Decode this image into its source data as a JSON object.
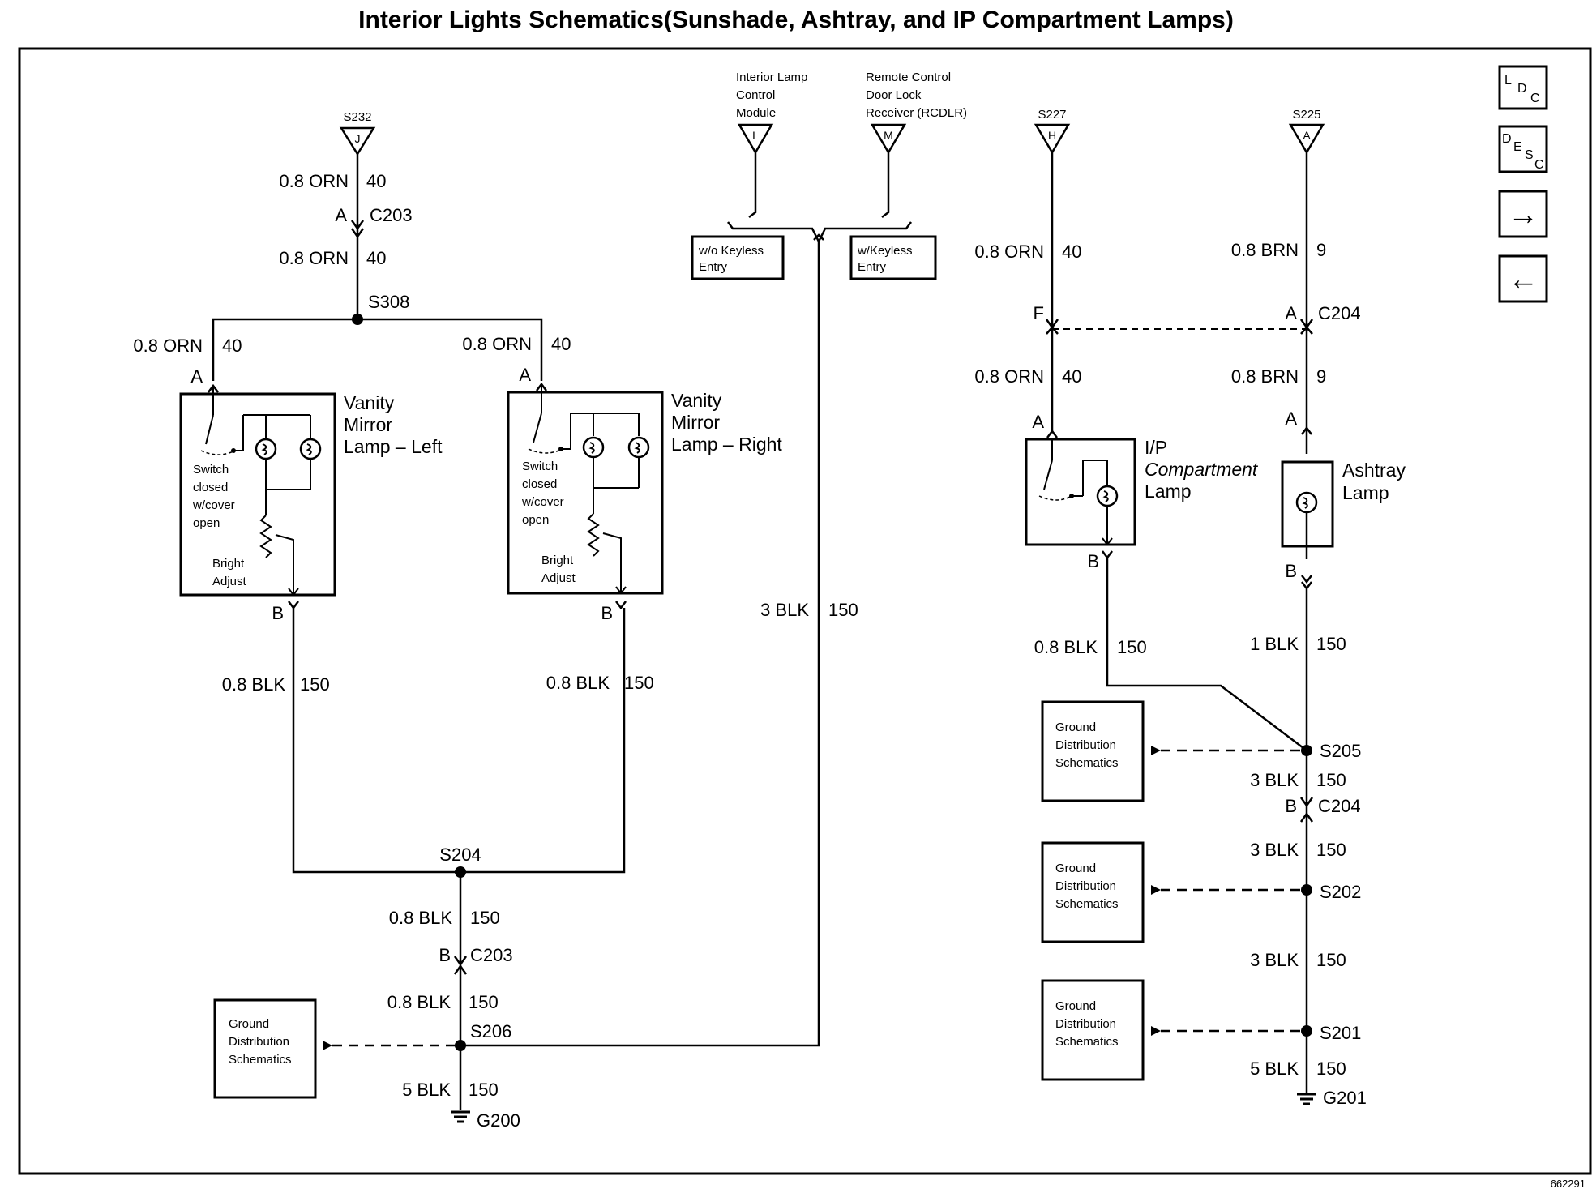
{
  "title": "Interior Lights Schematics(Sunshade, Ashtray, and IP Compartment Lamps)",
  "figure_id": "662291",
  "side_buttons": {
    "ldc_l": "L",
    "ldc_d": "D",
    "ldc_c": "C",
    "desc_d": "D",
    "desc_e": "E",
    "desc_s": "S",
    "desc_c": "C",
    "forward": "→",
    "back": "←"
  },
  "wire_orn": "0.8 ORN",
  "wire_brn": "0.8 BRN",
  "wire_blk08": "0.8 BLK",
  "wire_blk1": "1 BLK",
  "wire_blk3": "3 BLK",
  "wire_blk5": "5 BLK",
  "circuit_40": "40",
  "circuit_9": "9",
  "circuit_150": "150",
  "pin_a": "A",
  "pin_b": "B",
  "pin_f": "F",
  "left": {
    "splice_top": "S232",
    "splice_top_pin": "J",
    "conn_top": "C203",
    "splice_mid": "S308",
    "vanity_left": [
      "Vanity",
      "Mirror",
      "Lamp – Left"
    ],
    "vanity_right": [
      "Vanity",
      "Mirror",
      "Lamp – Right"
    ],
    "switch_note": [
      "Switch",
      "closed",
      "w/cover",
      "open"
    ],
    "bright": [
      "Bright",
      "Adjust"
    ],
    "splice_bottom": "S204",
    "conn_bottom": "C203",
    "splice_ground": "S206",
    "ground": "G200"
  },
  "center": {
    "module1": [
      "Interior Lamp",
      "Control",
      "Module"
    ],
    "module1_pin": "L",
    "module2": [
      "Remote Control",
      "Door Lock",
      "Receiver (RCDLR)"
    ],
    "module2_pin": "M",
    "option1": [
      "w/o Keyless",
      "Entry"
    ],
    "option2": [
      "w/Keyless",
      "Entry"
    ]
  },
  "right": {
    "splice1": "S227",
    "splice1_pin": "H",
    "splice2": "S225",
    "splice2_pin": "A",
    "conn": "C204",
    "ip_lamp": [
      "I/P",
      "Compartment",
      "Lamp"
    ],
    "ashtray": [
      "Ashtray",
      "Lamp"
    ],
    "s205": "S205",
    "conn_b": "C204",
    "s202": "S202",
    "s201": "S201",
    "ground": "G201"
  },
  "ground_box": [
    "Ground",
    "Distribution",
    "Schematics"
  ]
}
